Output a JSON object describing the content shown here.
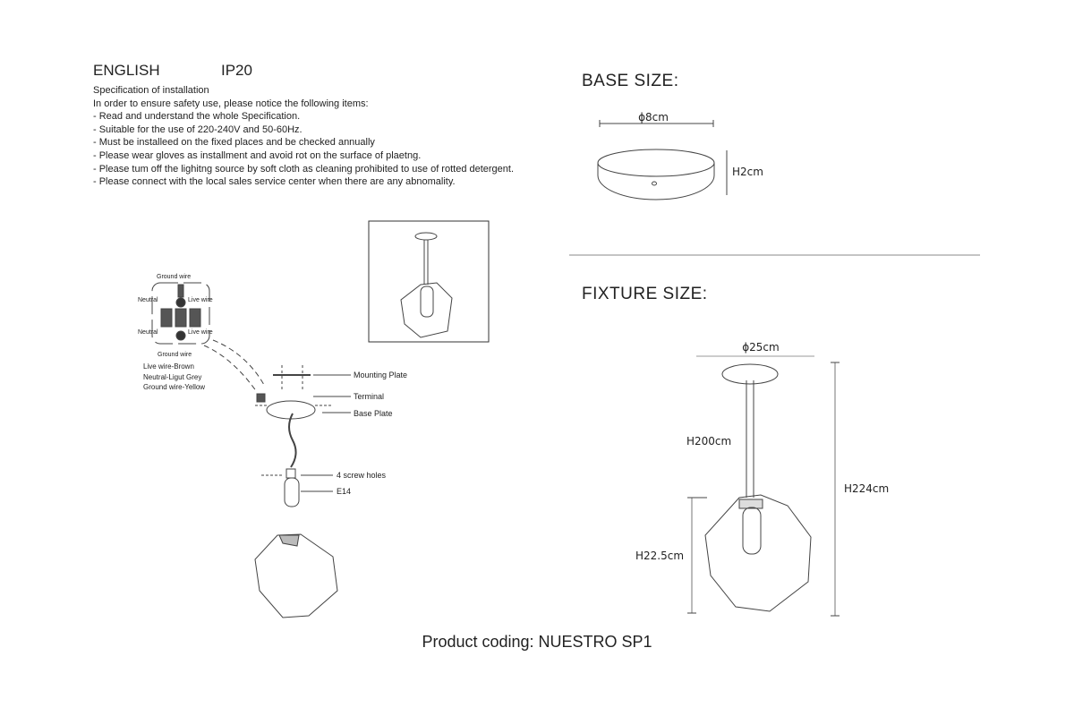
{
  "header": {
    "language": "ENGLISH",
    "ip_rating": "IP20"
  },
  "spec": {
    "title": "Specification of installation",
    "intro": "In order to ensure safety use, please notice the following items:",
    "items": [
      "- Read and understand the whole Specification.",
      "- Suitable for the use of 220-240V and 50-60Hz.",
      "- Must be installeed on the fixed places and be checked annually",
      "- Please wear gloves as installment and avoid rot on the surface of plaetng.",
      "- Please tum off the lighitng source by soft cloth as cleaning prohibited to use of rotted detergent.",
      "- Please connect with the local sales service center when there are any abnomality."
    ]
  },
  "wiring": {
    "ground_top": "Ground wire",
    "ground_bottom": "Ground wire",
    "neutral_1": "Neutral",
    "neutral_2": "Neutral",
    "live_1": "Live wire",
    "live_2": "Live wire",
    "legend": [
      "Live wire-Brown",
      "Neutral-Ligut Grey",
      "Ground wire-Yellow"
    ]
  },
  "assembly": {
    "mounting_plate": "Mounting Plate",
    "terminal": "Terminal",
    "base_plate": "Base Plate",
    "screw_holes": "4 screw holes",
    "socket": "E14"
  },
  "base_size": {
    "title": "BASE SIZE:",
    "diameter": "ϕ8cm",
    "height": "H2cm"
  },
  "fixture_size": {
    "title": "FIXTURE SIZE:",
    "diameter": "ϕ25cm",
    "rod_height": "H200cm",
    "total_height": "H224cm",
    "shade_height": "H22.5cm"
  },
  "footer": {
    "product_coding": "Product coding: NUESTRO SP1"
  }
}
